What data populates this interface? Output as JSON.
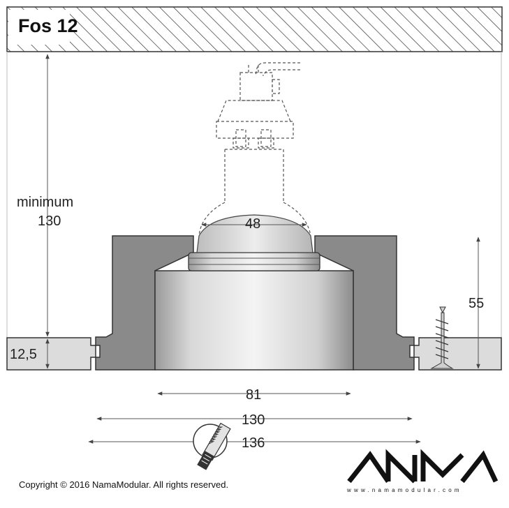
{
  "title": "Fos 12",
  "dimensions": {
    "minimum_label": "minimum",
    "minimum_value": "130",
    "lamp_width": "48",
    "height": "55",
    "ceiling_thickness": "12,5",
    "inner_diameter": "81",
    "cutout": "130",
    "outer_diameter": "136"
  },
  "footer": {
    "copyright": "Copyright © 2016 NamaModular. All rights reserved.",
    "logo_text": "NAMA",
    "url": "www.namamodular.com"
  },
  "colors": {
    "hatch": "#333333",
    "body_gray": "#8a8a8a",
    "board": "#dcdcdc",
    "line": "#555555",
    "lamp_dash": "#666666"
  }
}
